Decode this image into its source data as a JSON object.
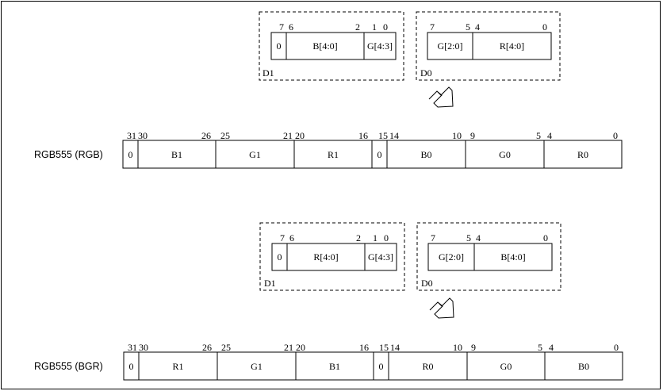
{
  "rgb": {
    "row_label": "RGB555 (RGB)",
    "d1": {
      "name": "D1",
      "fields": [
        "0",
        "B[4:0]",
        "G[4:3]"
      ],
      "bits": [
        "7",
        "6",
        "2",
        "1",
        "0"
      ]
    },
    "d0": {
      "name": "D0",
      "fields": [
        "G[2:0]",
        "R[4:0]"
      ],
      "bits": [
        "7",
        "5",
        "4",
        "0"
      ]
    },
    "word": {
      "fields": [
        "0",
        "B1",
        "G1",
        "R1",
        "0",
        "B0",
        "G0",
        "R0"
      ],
      "bits": [
        "31",
        "30",
        "26",
        "25",
        "21",
        "20",
        "16",
        "15",
        "14",
        "10",
        "9",
        "5",
        "4",
        "0"
      ]
    }
  },
  "bgr": {
    "row_label": "RGB555 (BGR)",
    "d1": {
      "name": "D1",
      "fields": [
        "0",
        "R[4:0]",
        "G[4:3]"
      ],
      "bits": [
        "7",
        "6",
        "2",
        "1",
        "0"
      ]
    },
    "d0": {
      "name": "D0",
      "fields": [
        "G[2:0]",
        "B[4:0]"
      ],
      "bits": [
        "7",
        "5",
        "4",
        "0"
      ]
    },
    "word": {
      "fields": [
        "0",
        "R1",
        "G1",
        "B1",
        "0",
        "R0",
        "G0",
        "B0"
      ],
      "bits": [
        "31",
        "30",
        "26",
        "25",
        "21",
        "20",
        "16",
        "15",
        "14",
        "10",
        "9",
        "5",
        "4",
        "0"
      ]
    }
  }
}
